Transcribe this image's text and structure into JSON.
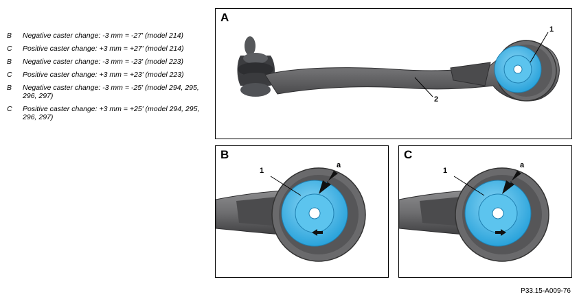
{
  "legend": [
    {
      "key": "B",
      "text": "Negative caster change: -3 mm = -27' (model 214)"
    },
    {
      "key": "C",
      "text": "Positive caster change: +3 mm = +27' (model 214)"
    },
    {
      "key": "B",
      "text": "Negative caster change: -3 mm = -23' (model 223)"
    },
    {
      "key": "C",
      "text": "Positive caster change: +3 mm = +23' (model 223)"
    },
    {
      "key": "B",
      "text": "Negative caster change: -3 mm = -25' (model 294, 295, 296, 297)"
    },
    {
      "key": "C",
      "text": "Positive caster change: +3 mm = +25' (model 294, 295, 296, 297)"
    }
  ],
  "panels": {
    "a": {
      "letter": "A",
      "callouts": [
        "1",
        "2"
      ]
    },
    "b": {
      "letter": "B",
      "callouts": [
        "1",
        "a"
      ]
    },
    "c": {
      "letter": "C",
      "callouts": [
        "1",
        "a"
      ]
    }
  },
  "figure_code": "P33.15-A009-76",
  "colors": {
    "arm": "#6e6e70",
    "arm_dark": "#4a4a4c",
    "bushing": "#39b3e6",
    "bushing_light": "#8ad6f5"
  }
}
